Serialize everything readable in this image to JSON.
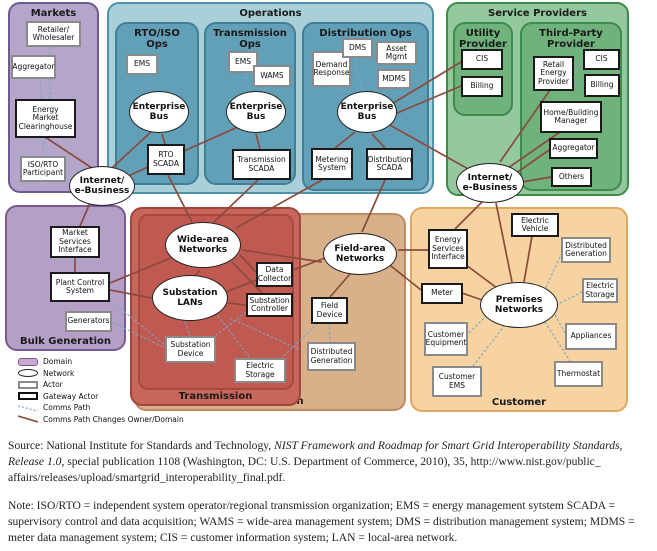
{
  "domains": {
    "markets": "Markets",
    "operations": "Operations",
    "rto_ops": "RTO/ISO\nOps",
    "transmission_ops": "Transmission\nOps",
    "distribution_ops": "Distribution Ops",
    "service_providers": "Service Providers",
    "utility_provider": "Utility\nProvider",
    "third_party_provider": "Third-Party\nProvider",
    "bulk_generation": "Bulk Generation",
    "transmission": "Transmission",
    "distribution": "Distribution",
    "customer": "Customer"
  },
  "networks": {
    "internet_left": "Internet/\ne-Business",
    "internet_right": "Internet/\ne-Business",
    "enterprise_bus_rto": "Enterprise\nBus",
    "enterprise_bus_transmission": "Enterprise\nBus",
    "enterprise_bus_distribution": "Enterprise\nBus",
    "wide_area": "Wide-area\nNetworks",
    "substation_lans": "Substation\nLANs",
    "field_area": "Field-area\nNetworks",
    "premises": "Premises\nNetworks"
  },
  "actors": {
    "retailer_wholesaler": "Retailer/\nWholesaler",
    "aggregator_markets": "Aggregator",
    "energy_market_clearinghouse": "Energy\nMarket\nClearinghouse",
    "iso_rto_participant": "ISO/RTO\nParticipant",
    "ems_rto": "EMS",
    "rto_scada": "RTO\nSCADA",
    "ems_transmission": "EMS",
    "wams": "WAMS",
    "transmission_scada": "Transmission\nSCADA",
    "demand_response": "Demand\nResponse",
    "dms": "DMS",
    "asset_mgmt": "Asset\nMgmt",
    "mdms": "MDMS",
    "metering_system": "Metering\nSystem",
    "distribution_scada": "Distribution\nSCADA",
    "cis_utility": "CIS",
    "billing_utility": "Billing",
    "retail_energy_provider": "Retail\nEnergy\nProvider",
    "cis_third_party": "CIS",
    "billing_third_party": "Billing",
    "home_building_manager": "Home/Building\nManager",
    "aggregator_third_party": "Aggregator",
    "others": "Others",
    "market_services_interface": "Market\nServices\nInterface",
    "plant_control_system": "Plant Control\nSystem",
    "generators": "Generators",
    "data_collector": "Data\nCollector",
    "substation_controller": "Substation\nController",
    "substation_device": "Substation\nDevice",
    "electric_storage_transmission": "Electric\nStorage",
    "field_device": "Field\nDevice",
    "distributed_generation_distribution": "Distributed\nGeneration",
    "energy_services_interface": "Energy\nServices\nInterface",
    "meter": "Meter",
    "electric_vehicle": "Electric\nVehicle",
    "distributed_generation_customer": "Distributed\nGeneration",
    "electric_storage_customer": "Electric\nStorage",
    "customer_equipment": "Customer\nEquipment",
    "appliances": "Appliances",
    "customer_ems": "Customer\nEMS",
    "thermostat": "Thermostat"
  },
  "legend": {
    "domain": "Domain",
    "network": "Network",
    "actor": "Actor",
    "gateway_actor": "Gateway Actor",
    "comms_path": "Comms Path",
    "comms_path_changes": "Comms Path Changes Owner/Domain"
  },
  "colors": {
    "comms_path": "#7fa3c4",
    "comms_path_changes": "#8b4a3c",
    "markets": "#b4a6cb",
    "operations": "#a9cfd9",
    "service_providers": "#93c99d",
    "transmission": "#c7675c",
    "distribution": "#d8b08a",
    "customer": "#f6d3a0"
  },
  "source": {
    "prefix": "Source: National Institute for Standards and Technology, ",
    "title": "NIST Framework and Roadmap for Smart Grid Interoperability Standards, Release 1.0",
    "suffix": ", special publication 1108 (Washington, DC: U.S. Department of Commerce, 2010), 35, http://www.nist.gov/public_ affairs/releases/upload/smartgrid_interoperability_final.pdf."
  },
  "note": "Note: ISO/RTO = independent system operator/regional transmission organization; EMS = energy management sytstem SCADA = supervisory control and data acquisition; WAMS = wide-area management system; DMS = distribution management system; MDMS = meter data management system; CIS = customer information system; LAN = local-area network."
}
